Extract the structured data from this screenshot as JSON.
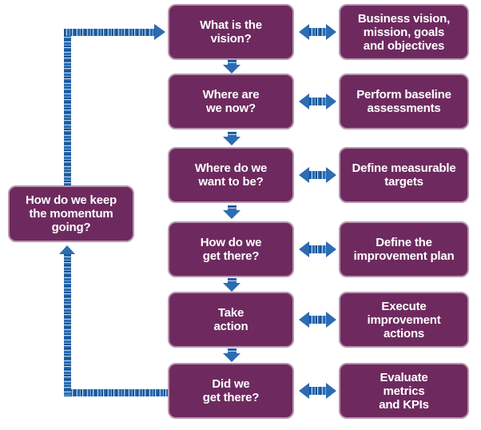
{
  "title": "Continual improvement approach diagram",
  "colors": {
    "purple": "#6e2a5f",
    "purple_rim": "#b795ae",
    "blue": "#2b6cb3",
    "text": "#ffffff"
  },
  "left_box": {
    "label": "How do we keep\nthe momentum\ngoing?"
  },
  "rows": [
    {
      "question": "What is the\nvision?",
      "action": "Business vision,\nmission, goals\nand objectives"
    },
    {
      "question": "Where are\nwe now?",
      "action": "Perform baseline\nassessments"
    },
    {
      "question": "Where do we\nwant to be?",
      "action": "Define measurable\ntargets"
    },
    {
      "question": "How do we\nget there?",
      "action": "Define the\nimprovement plan"
    },
    {
      "question": "Take\naction",
      "action": "Execute\nimprovement\nactions"
    },
    {
      "question": "Did we\nget there?",
      "action": "Evaluate\nmetrics\nand KPIs"
    }
  ]
}
